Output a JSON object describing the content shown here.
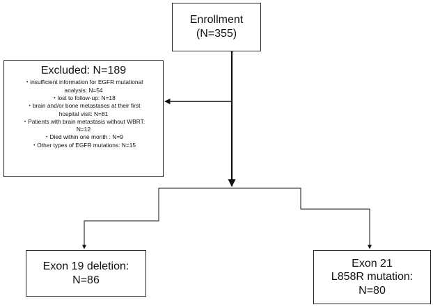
{
  "enrollment": {
    "line1": "Enrollment",
    "line2": "(N=355)"
  },
  "excluded": {
    "title": "Excluded: N=189",
    "items": [
      {
        "line1": "・insufficient information for EGFR mutational",
        "line2": "analysis: N=54"
      },
      {
        "line1": "・lost to follow-up: N=18"
      },
      {
        "line1": "・brain and/or bone metastases at their first",
        "line2": "hospital visit: N=81"
      },
      {
        "line1": "・Patients with brain metastasis without WBRT:",
        "line2": "N=12"
      },
      {
        "line1": "・Died within one month : N=9"
      },
      {
        "line1": "・Other types of EGFR mutations: N=15"
      }
    ]
  },
  "exon19": {
    "line1": "Exon 19 deletion:",
    "line2": "N=86"
  },
  "exon21": {
    "line1": "Exon 21",
    "line2": "L858R mutation:",
    "line3": "N=80"
  },
  "colors": {
    "line": "#111111",
    "border": "#222222",
    "background": "#ffffff"
  }
}
